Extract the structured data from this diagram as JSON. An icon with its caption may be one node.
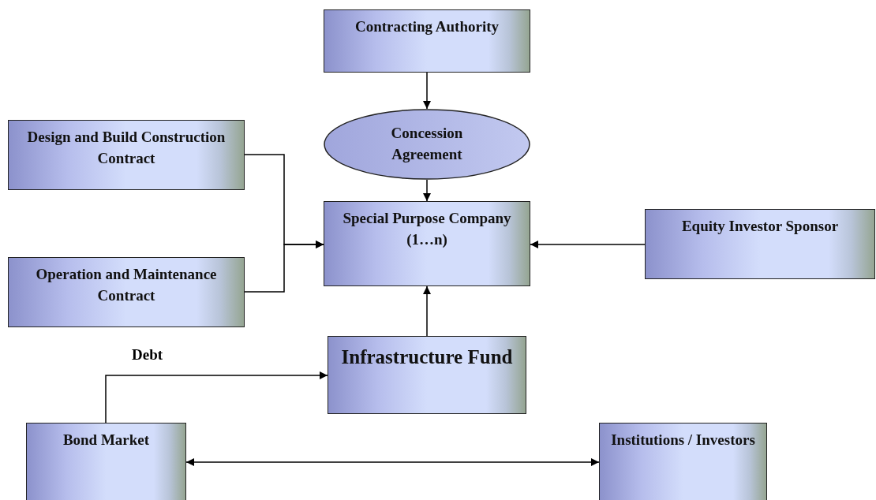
{
  "diagram": {
    "nodes": [
      {
        "text": [
          "Contracting Authority"
        ]
      },
      {
        "text": [
          "Concession Agreement"
        ]
      },
      {
        "text": [
          "Design and Build Construction Contract"
        ]
      },
      {
        "text": [
          "Operation and Maintenance Contract"
        ]
      },
      {
        "text": [
          "Special Purpose Company (1…n)"
        ]
      },
      {
        "text": [
          "Equity Investor Sponsor"
        ]
      },
      {
        "text": [
          "Infrastructure Fund"
        ]
      },
      {
        "text": [
          "Bond Market"
        ]
      },
      {
        "text": [
          "Institutions / Investors"
        ]
      }
    ],
    "edges": [
      {
        "from": 0,
        "to": 1,
        "arrow": "to"
      },
      {
        "from": 1,
        "to": 4,
        "arrow": "to"
      },
      {
        "from": 2,
        "to": 4,
        "arrow": "to"
      },
      {
        "from": 3,
        "to": 4,
        "arrow": "to"
      },
      {
        "from": 5,
        "to": 4,
        "arrow": "to"
      },
      {
        "from": 6,
        "to": 4,
        "arrow": "to"
      },
      {
        "from": 7,
        "to": 6,
        "label": "Debt",
        "arrow": "to"
      },
      {
        "from": 7,
        "to": 8,
        "arrow": "both"
      }
    ]
  }
}
